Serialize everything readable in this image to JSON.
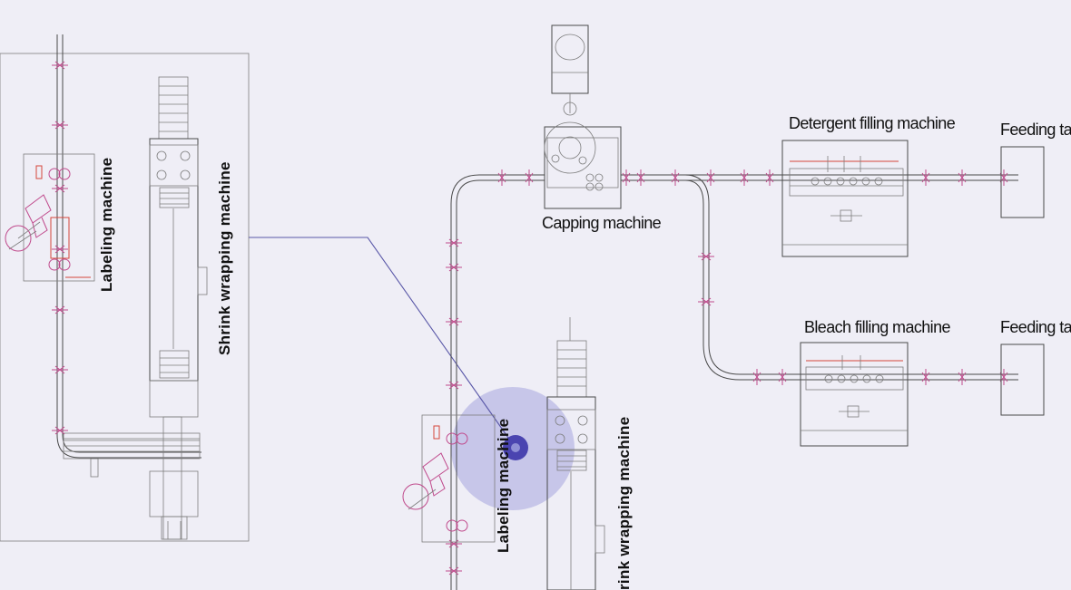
{
  "labels": {
    "labeling_machine_left": "Labeling machine",
    "shrink_wrapping_left": "Shrink  wrapping machine",
    "capping_machine": "Capping machine",
    "detergent_filling": "Detergent filling machine",
    "feeding_table_top": "Feeding table",
    "bleach_filling": "Bleach filling machine",
    "feeding_table_bottom": "Feeding table",
    "labeling_machine_right": "Labeling machine",
    "shrink_wrapping_right": "rink  wrapping machine"
  },
  "colors": {
    "background": "#efeef6",
    "line": "#4a4a4a",
    "conveyor_marker": "#c04a8c",
    "highlight_fill": "#8f8fd6",
    "highlight_dot": "#4a44b0",
    "pointer_line": "#5a58a8"
  }
}
